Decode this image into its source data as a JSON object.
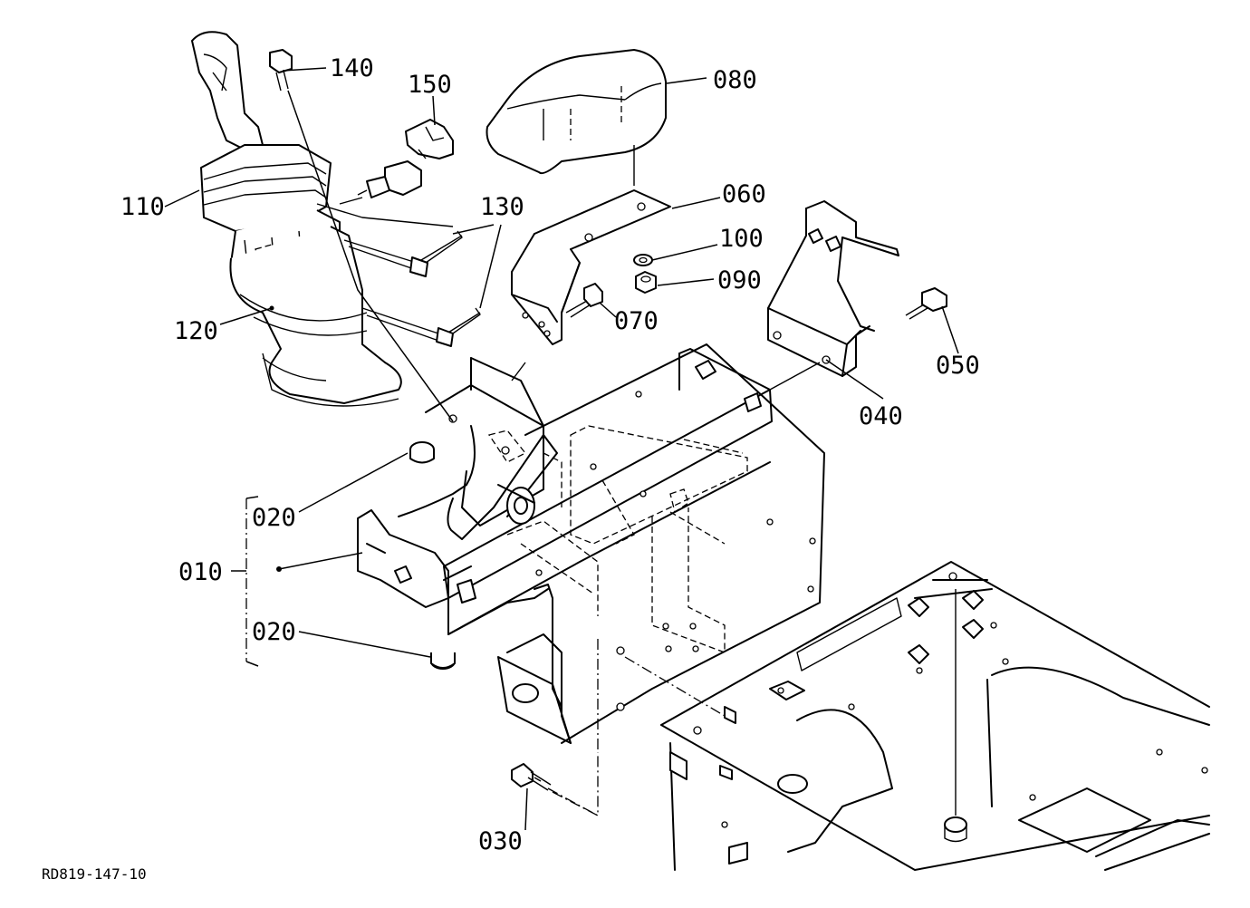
{
  "drawing": {
    "reference": "RD819-147-10",
    "callouts": [
      {
        "id": "010",
        "label": "010"
      },
      {
        "id": "020a",
        "label": "020"
      },
      {
        "id": "020b",
        "label": "020"
      },
      {
        "id": "030",
        "label": "030"
      },
      {
        "id": "040",
        "label": "040"
      },
      {
        "id": "050",
        "label": "050"
      },
      {
        "id": "060",
        "label": "060"
      },
      {
        "id": "070",
        "label": "070"
      },
      {
        "id": "080",
        "label": "080"
      },
      {
        "id": "090",
        "label": "090"
      },
      {
        "id": "100",
        "label": "100"
      },
      {
        "id": "110",
        "label": "110"
      },
      {
        "id": "120",
        "label": "120"
      },
      {
        "id": "130",
        "label": "130"
      },
      {
        "id": "140",
        "label": "140"
      },
      {
        "id": "150",
        "label": "150"
      }
    ]
  }
}
